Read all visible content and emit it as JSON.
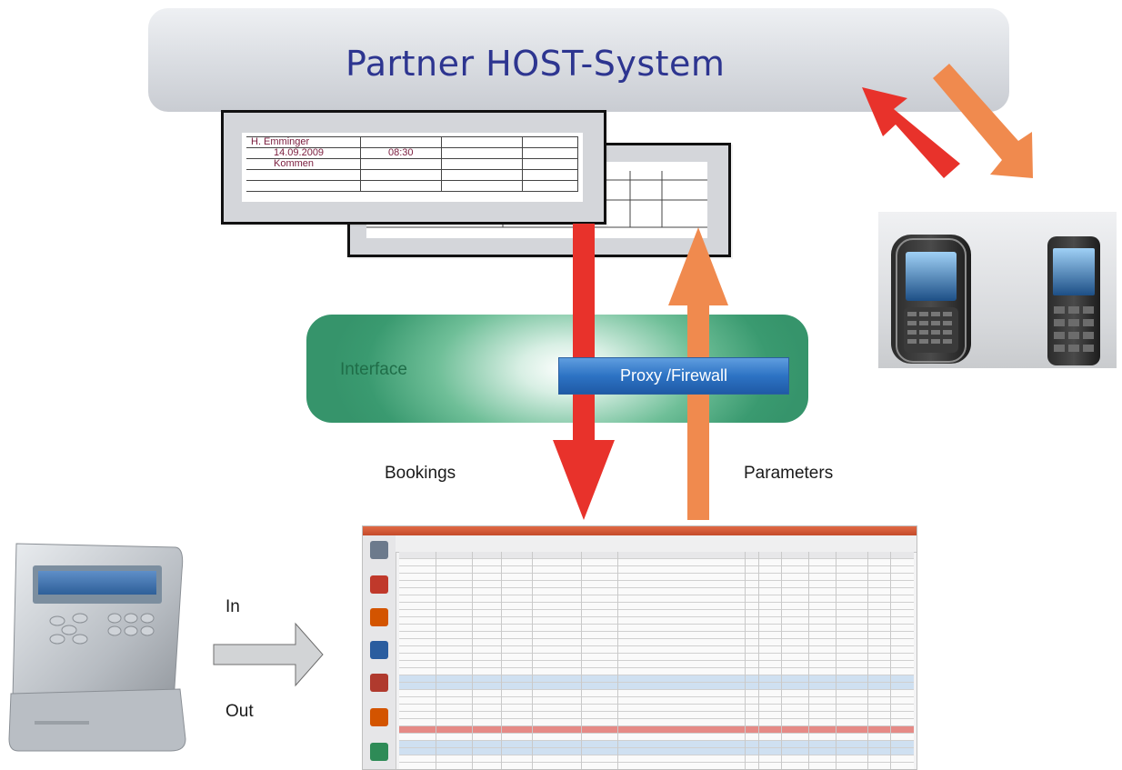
{
  "host": {
    "title": "Partner HOST-System"
  },
  "document": {
    "rows": [
      [
        "H. Emminger",
        "",
        "",
        ""
      ],
      [
        "14.09.2009",
        "08:30",
        "",
        ""
      ],
      [
        "Kommen",
        "",
        "",
        ""
      ],
      [
        "",
        "",
        "",
        ""
      ],
      [
        "",
        "",
        "",
        ""
      ]
    ]
  },
  "interface": {
    "label": "Interface",
    "proxy_label": "Proxy  /Firewall"
  },
  "flows": {
    "bookings": "Bookings",
    "parameters": "Parameters"
  },
  "terminal_flow": {
    "in": "In",
    "out": "Out"
  },
  "colors": {
    "bookings_arrow": "#e8322b",
    "parameters_arrow": "#f08a4e",
    "host_text": "#2d3590",
    "interface_green": "#3a9a70",
    "proxy_blue": "#2d73c4",
    "inout_arrow": "#c8cacc"
  },
  "icons": {
    "phones": [
      "smartphone-icon",
      "mobile-phone-icon"
    ],
    "terminal": "time-clock-terminal-icon"
  }
}
